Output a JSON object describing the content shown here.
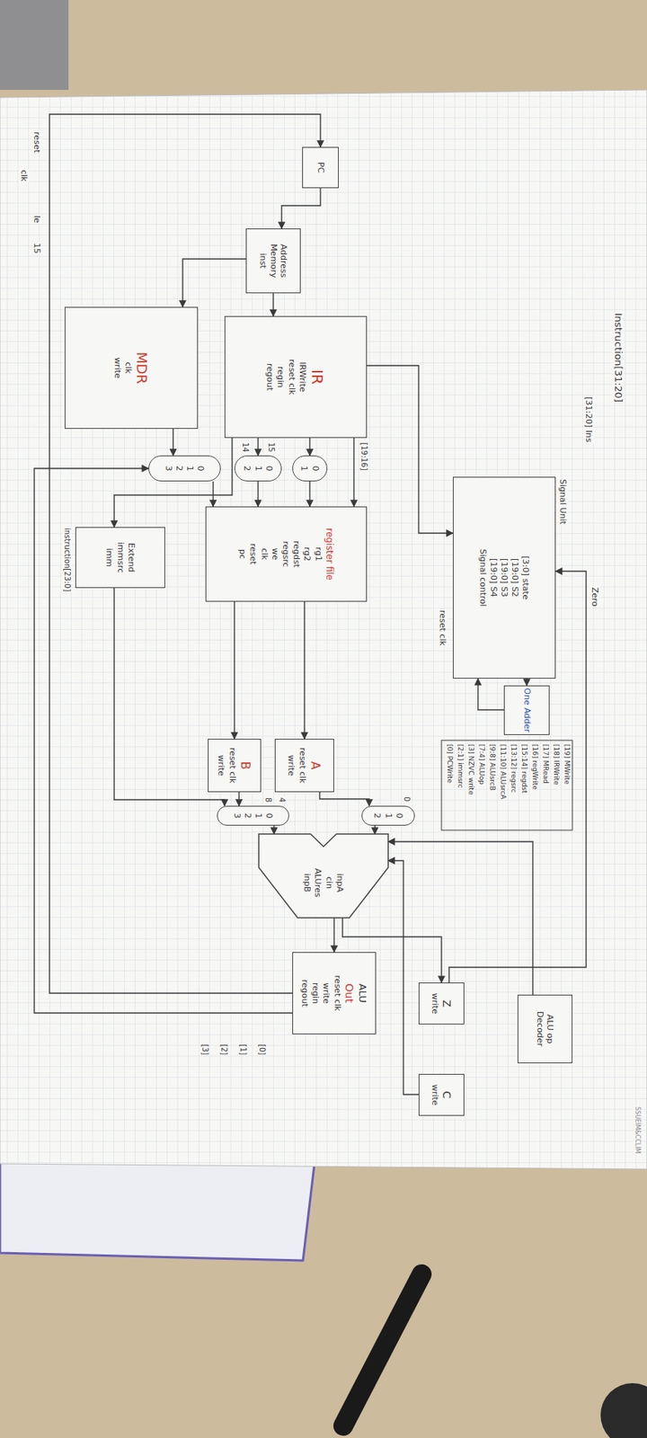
{
  "diagram": {
    "nodes": [
      {
        "text": [
          "PC"
        ]
      },
      {
        "text": [
          "Address Memory",
          "inst"
        ]
      },
      {
        "text": [
          "IR",
          "IRWrite",
          "reset clk",
          "regin",
          "regout"
        ]
      },
      {
        "text": [
          "MDR",
          "clk",
          "write"
        ]
      },
      {
        "text": [
          "register file",
          "rg1",
          "rg2",
          "regdst",
          "regsrc",
          "we",
          "clk",
          "reset",
          "pc"
        ]
      },
      {
        "text": [
          "A",
          "reset clk",
          "write"
        ]
      },
      {
        "text": [
          "B",
          "reset clk",
          "write"
        ]
      },
      {
        "text": [
          "Signal Unit",
          "[3:0] state",
          "[19:0] S2",
          "[19:0] S3",
          "[19:0] S4",
          "Signal control"
        ]
      },
      {
        "text": [
          "One Adder"
        ]
      },
      {
        "text": [
          "ALU op Decoder"
        ]
      },
      {
        "text": [
          "inpA",
          "cin",
          "ALUres",
          "inpB"
        ]
      },
      {
        "text": [
          "ALU",
          "Out",
          "reset clk",
          "write",
          "regin",
          "regout"
        ]
      },
      {
        "text": [
          "Z",
          "write"
        ]
      },
      {
        "text": [
          "C",
          "write"
        ]
      },
      {
        "text": [
          "Extend",
          "immsrc",
          "imm"
        ]
      },
      {
        "text": [
          "0",
          "1"
        ]
      },
      {
        "text": [
          "0",
          "1",
          "2"
        ]
      },
      {
        "text": [
          "0",
          "1",
          "2",
          "3"
        ]
      },
      {
        "text": [
          "0",
          "1",
          "2"
        ]
      },
      {
        "text": [
          "0",
          "1",
          "2",
          "3"
        ]
      }
    ],
    "edges": [
      {
        "from": 0,
        "to": 1,
        "arrow": "to"
      },
      {
        "from": 1,
        "to": 2,
        "arrow": "to"
      },
      {
        "from": 1,
        "to": 3,
        "arrow": "to"
      },
      {
        "from": 2,
        "to": 4,
        "arrow": "to"
      },
      {
        "from": 2,
        "to": 15,
        "arrow": "to"
      },
      {
        "from": 15,
        "to": 4,
        "arrow": "to"
      },
      {
        "from": 2,
        "to": 16,
        "arrow": "to"
      },
      {
        "from": 16,
        "to": 4,
        "arrow": "to"
      },
      {
        "from": 3,
        "to": 17,
        "arrow": "to"
      },
      {
        "from": 17,
        "to": 4,
        "arrow": "to"
      },
      {
        "from": 2,
        "to": 14,
        "arrow": "to"
      },
      {
        "from": 2,
        "to": 7,
        "arrow": "to"
      },
      {
        "from": 7,
        "to": 8,
        "arrow": "to"
      },
      {
        "from": 8,
        "to": 7,
        "arrow": "to"
      },
      {
        "from": 4,
        "to": 5,
        "arrow": "to"
      },
      {
        "from": 4,
        "to": 6,
        "arrow": "to"
      },
      {
        "from": 5,
        "to": 18,
        "arrow": "to"
      },
      {
        "from": 6,
        "to": 19,
        "arrow": "to"
      },
      {
        "from": 14,
        "to": 19,
        "arrow": "to"
      },
      {
        "from": 18,
        "to": 10,
        "arrow": "to"
      },
      {
        "from": 19,
        "to": 10,
        "arrow": "to"
      },
      {
        "from": 9,
        "to": 10,
        "arrow": "to"
      },
      {
        "from": 13,
        "to": 10,
        "arrow": "to"
      },
      {
        "from": 10,
        "to": 11,
        "arrow": "to"
      },
      {
        "from": 10,
        "to": 12,
        "arrow": "to"
      },
      {
        "from": 12,
        "to": 7,
        "arrow": "to"
      },
      {
        "from": 11,
        "to": 17,
        "arrow": "to"
      },
      {
        "from": 11,
        "to": 0,
        "arrow": "to"
      }
    ],
    "labels": [
      "Instruction[31:20]",
      "[31:20] Ins",
      "Zero",
      "reset clk",
      "[19] MWrite",
      "[18] IRWrite",
      "[17] MRead",
      "[16] regWrite",
      "[15:14] regdst",
      "[13:12] regsrc",
      "[11:10] ALUsrcA",
      "[9:8] ALUsrcB",
      "[7:4] ALUop",
      "[3] NZVC write",
      "[2:1] immsrc",
      "[0] PCWrite",
      "reset",
      "clk",
      "le",
      "15",
      "[19:16]",
      "15",
      "14",
      "instruction[23:0]",
      "0",
      "4",
      "8",
      "[0]",
      "[1]",
      "[2]",
      "[3]",
      "SSUEIM&CCLIM"
    ]
  }
}
